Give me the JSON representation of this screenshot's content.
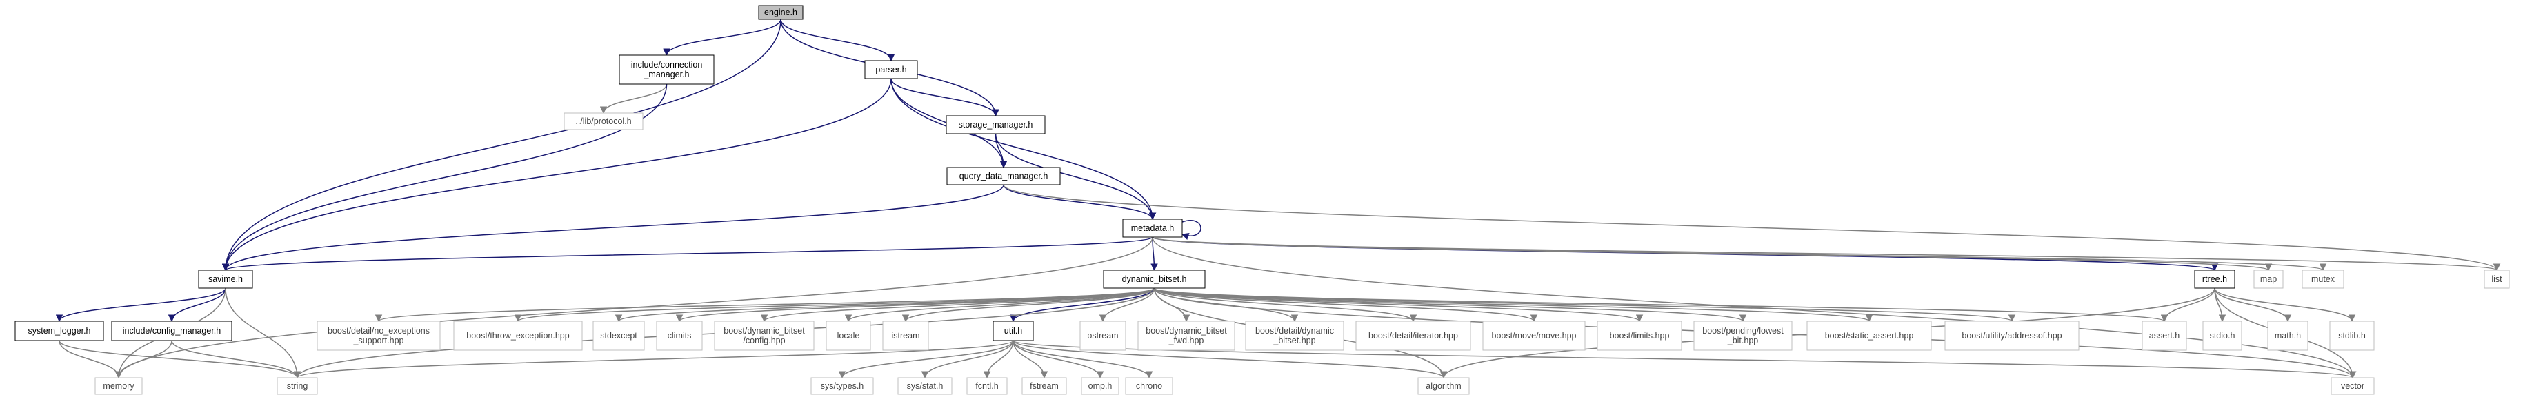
{
  "colors": {
    "edge_dark": "#191970",
    "edge_light": "#808080",
    "node_border_dark": "#000000",
    "node_border_light": "#bfbfbf",
    "root_fill": "#bfbfbf",
    "node_fill": "#ffffff"
  },
  "nodes": [
    {
      "id": "engine",
      "label": [
        "engine.h"
      ],
      "style": "root"
    },
    {
      "id": "connection",
      "label": [
        "include/connection",
        "_manager.h"
      ],
      "style": "normal"
    },
    {
      "id": "parser",
      "label": [
        "parser.h"
      ],
      "style": "normal"
    },
    {
      "id": "protocol",
      "label": [
        "../lib/protocol.h"
      ],
      "style": "light"
    },
    {
      "id": "storage",
      "label": [
        "storage_manager.h"
      ],
      "style": "normal"
    },
    {
      "id": "query",
      "label": [
        "query_data_manager.h"
      ],
      "style": "normal"
    },
    {
      "id": "metadata",
      "label": [
        "metadata.h"
      ],
      "style": "normal"
    },
    {
      "id": "savime",
      "label": [
        "savime.h"
      ],
      "style": "normal"
    },
    {
      "id": "dynbitset",
      "label": [
        "dynamic_bitset.h"
      ],
      "style": "normal"
    },
    {
      "id": "rtree",
      "label": [
        "rtree.h"
      ],
      "style": "normal"
    },
    {
      "id": "map",
      "label": [
        "map"
      ],
      "style": "light"
    },
    {
      "id": "mutex",
      "label": [
        "mutex"
      ],
      "style": "light"
    },
    {
      "id": "list",
      "label": [
        "list"
      ],
      "style": "light"
    },
    {
      "id": "syslogger",
      "label": [
        "system_logger.h"
      ],
      "style": "normal"
    },
    {
      "id": "configmgr",
      "label": [
        "include/config_manager.h"
      ],
      "style": "normal"
    },
    {
      "id": "noexc",
      "label": [
        "boost/detail/no_exceptions",
        "_support.hpp"
      ],
      "style": "light"
    },
    {
      "id": "throwexc",
      "label": [
        "boost/throw_exception.hpp"
      ],
      "style": "light"
    },
    {
      "id": "stdexcept",
      "label": [
        "stdexcept"
      ],
      "style": "light"
    },
    {
      "id": "climits",
      "label": [
        "climits"
      ],
      "style": "light"
    },
    {
      "id": "dbconfig",
      "label": [
        "boost/dynamic_bitset",
        "/config.hpp"
      ],
      "style": "light"
    },
    {
      "id": "locale",
      "label": [
        "locale"
      ],
      "style": "light"
    },
    {
      "id": "istream",
      "label": [
        "istream"
      ],
      "style": "light"
    },
    {
      "id": "util",
      "label": [
        "util.h"
      ],
      "style": "normal"
    },
    {
      "id": "ostream",
      "label": [
        "ostream"
      ],
      "style": "light"
    },
    {
      "id": "dbfwd",
      "label": [
        "boost/dynamic_bitset",
        "_fwd.hpp"
      ],
      "style": "light"
    },
    {
      "id": "detaildb",
      "label": [
        "boost/detail/dynamic",
        "_bitset.hpp"
      ],
      "style": "light"
    },
    {
      "id": "iterator",
      "label": [
        "boost/detail/iterator.hpp"
      ],
      "style": "light"
    },
    {
      "id": "move",
      "label": [
        "boost/move/move.hpp"
      ],
      "style": "light"
    },
    {
      "id": "limits",
      "label": [
        "boost/limits.hpp"
      ],
      "style": "light"
    },
    {
      "id": "lowestbit",
      "label": [
        "boost/pending/lowest",
        "_bit.hpp"
      ],
      "style": "light"
    },
    {
      "id": "staticassert",
      "label": [
        "boost/static_assert.hpp"
      ],
      "style": "light"
    },
    {
      "id": "addressof",
      "label": [
        "boost/utility/addressof.hpp"
      ],
      "style": "light"
    },
    {
      "id": "asserth",
      "label": [
        "assert.h"
      ],
      "style": "light"
    },
    {
      "id": "stdio",
      "label": [
        "stdio.h"
      ],
      "style": "light"
    },
    {
      "id": "math",
      "label": [
        "math.h"
      ],
      "style": "light"
    },
    {
      "id": "stdlib",
      "label": [
        "stdlib.h"
      ],
      "style": "light"
    },
    {
      "id": "memory",
      "label": [
        "memory"
      ],
      "style": "light"
    },
    {
      "id": "string",
      "label": [
        "string"
      ],
      "style": "light"
    },
    {
      "id": "types",
      "label": [
        "sys/types.h"
      ],
      "style": "light"
    },
    {
      "id": "stat",
      "label": [
        "sys/stat.h"
      ],
      "style": "light"
    },
    {
      "id": "fcntl",
      "label": [
        "fcntl.h"
      ],
      "style": "light"
    },
    {
      "id": "fstream",
      "label": [
        "fstream"
      ],
      "style": "light"
    },
    {
      "id": "omp",
      "label": [
        "omp.h"
      ],
      "style": "light"
    },
    {
      "id": "chrono",
      "label": [
        "chrono"
      ],
      "style": "light"
    },
    {
      "id": "algorithm",
      "label": [
        "algorithm"
      ],
      "style": "light"
    },
    {
      "id": "vector",
      "label": [
        "vector"
      ],
      "style": "light"
    }
  ],
  "edges": [
    [
      "engine",
      "connection"
    ],
    [
      "engine",
      "parser"
    ],
    [
      "engine",
      "storage"
    ],
    [
      "engine",
      "savime"
    ],
    [
      "connection",
      "protocol"
    ],
    [
      "connection",
      "savime"
    ],
    [
      "parser",
      "storage"
    ],
    [
      "parser",
      "query"
    ],
    [
      "parser",
      "metadata"
    ],
    [
      "parser",
      "savime"
    ],
    [
      "storage",
      "query"
    ],
    [
      "storage",
      "metadata"
    ],
    [
      "query",
      "metadata"
    ],
    [
      "query",
      "savime"
    ],
    [
      "query",
      "list"
    ],
    [
      "metadata",
      "metadata"
    ],
    [
      "metadata",
      "savime"
    ],
    [
      "metadata",
      "dynbitset"
    ],
    [
      "metadata",
      "rtree"
    ],
    [
      "metadata",
      "map"
    ],
    [
      "metadata",
      "mutex"
    ],
    [
      "metadata",
      "list"
    ],
    [
      "metadata",
      "memory"
    ],
    [
      "metadata",
      "vector"
    ],
    [
      "savime",
      "syslogger"
    ],
    [
      "savime",
      "configmgr"
    ],
    [
      "savime",
      "memory"
    ],
    [
      "savime",
      "string"
    ],
    [
      "syslogger",
      "memory"
    ],
    [
      "syslogger",
      "string"
    ],
    [
      "configmgr",
      "memory"
    ],
    [
      "configmgr",
      "string"
    ],
    [
      "dynbitset",
      "noexc"
    ],
    [
      "dynbitset",
      "throwexc"
    ],
    [
      "dynbitset",
      "stdexcept"
    ],
    [
      "dynbitset",
      "climits"
    ],
    [
      "dynbitset",
      "dbconfig"
    ],
    [
      "dynbitset",
      "locale"
    ],
    [
      "dynbitset",
      "istream"
    ],
    [
      "dynbitset",
      "util"
    ],
    [
      "dynbitset",
      "ostream"
    ],
    [
      "dynbitset",
      "dbfwd"
    ],
    [
      "dynbitset",
      "detaildb"
    ],
    [
      "dynbitset",
      "iterator"
    ],
    [
      "dynbitset",
      "move"
    ],
    [
      "dynbitset",
      "limits"
    ],
    [
      "dynbitset",
      "lowestbit"
    ],
    [
      "dynbitset",
      "staticassert"
    ],
    [
      "dynbitset",
      "addressof"
    ],
    [
      "dynbitset",
      "asserth"
    ],
    [
      "dynbitset",
      "string"
    ],
    [
      "dynbitset",
      "vector"
    ],
    [
      "dynbitset",
      "algorithm"
    ],
    [
      "rtree",
      "asserth"
    ],
    [
      "rtree",
      "stdio"
    ],
    [
      "rtree",
      "math"
    ],
    [
      "rtree",
      "stdlib"
    ],
    [
      "rtree",
      "algorithm"
    ],
    [
      "rtree",
      "vector"
    ],
    [
      "util",
      "string"
    ],
    [
      "util",
      "types"
    ],
    [
      "util",
      "stat"
    ],
    [
      "util",
      "fcntl"
    ],
    [
      "util",
      "fstream"
    ],
    [
      "util",
      "omp"
    ],
    [
      "util",
      "chrono"
    ],
    [
      "util",
      "algorithm"
    ],
    [
      "util",
      "vector"
    ]
  ]
}
